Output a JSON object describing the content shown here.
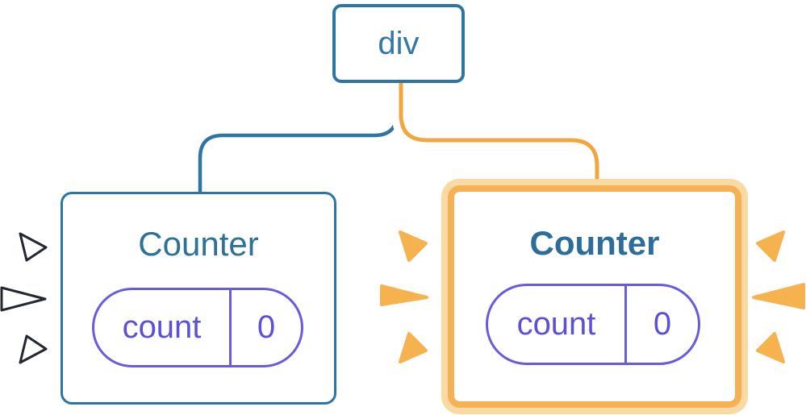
{
  "diagram": {
    "root": {
      "label": "div"
    },
    "counters": [
      {
        "title": "Counter",
        "state_name": "count",
        "state_value": "0",
        "highlighted": false
      },
      {
        "title": "Counter",
        "state_name": "count",
        "state_value": "0",
        "highlighted": true
      }
    ],
    "colors": {
      "node_blue": "#2E75A3",
      "label_blue": "#3578A8",
      "title_blue": "#2C6E99",
      "state_indigo": "#5B51D6",
      "edge_orange": "#F2A73E",
      "highlight_border": "#F6B156",
      "highlight_glow": "#FBD9A2",
      "spark_orange": "#F7B250",
      "spark_outline": "#23272F"
    }
  }
}
